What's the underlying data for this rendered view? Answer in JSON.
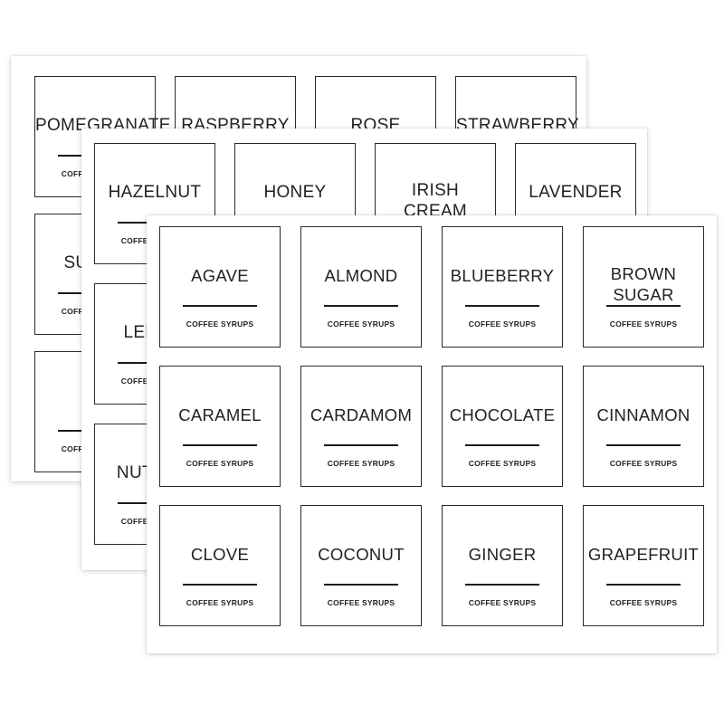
{
  "sheets": {
    "back": [
      {
        "name": "POMEGRANATE",
        "sub": "COFFEE SYRUPS"
      },
      {
        "name": "RASPBERRY",
        "sub": ""
      },
      {
        "name": "ROSE",
        "sub": ""
      },
      {
        "name": "STRAWBERRY",
        "sub": ""
      },
      {
        "name": "SUGAR",
        "sub": "COFFEE SYRUPS"
      },
      {
        "name": "",
        "sub": ""
      },
      {
        "name": "",
        "sub": ""
      },
      {
        "name": "",
        "sub": ""
      },
      {
        "name": "",
        "sub": "COFFEE SYRUPS"
      },
      {
        "name": "",
        "sub": ""
      },
      {
        "name": "",
        "sub": ""
      },
      {
        "name": "",
        "sub": ""
      }
    ],
    "middle": [
      {
        "name": "HAZELNUT",
        "sub": "COFFEE SYRUPS"
      },
      {
        "name": "HONEY",
        "sub": ""
      },
      {
        "name": "IRISH\nCREAM",
        "sub": ""
      },
      {
        "name": "LAVENDER",
        "sub": ""
      },
      {
        "name": "LEMON",
        "sub": "COFFEE SYRUPS"
      },
      {
        "name": "",
        "sub": ""
      },
      {
        "name": "",
        "sub": ""
      },
      {
        "name": "",
        "sub": ""
      },
      {
        "name": "NUTMEG",
        "sub": "COFFEE SYRUPS"
      },
      {
        "name": "",
        "sub": ""
      },
      {
        "name": "",
        "sub": ""
      },
      {
        "name": "",
        "sub": ""
      }
    ],
    "front": [
      {
        "name": "AGAVE",
        "sub": "COFFEE SYRUPS"
      },
      {
        "name": "ALMOND",
        "sub": "COFFEE SYRUPS"
      },
      {
        "name": "BLUEBERRY",
        "sub": "COFFEE SYRUPS"
      },
      {
        "name": "BROWN\nSUGAR",
        "sub": "COFFEE SYRUPS"
      },
      {
        "name": "CARAMEL",
        "sub": "COFFEE SYRUPS"
      },
      {
        "name": "CARDAMOM",
        "sub": "COFFEE SYRUPS"
      },
      {
        "name": "CHOCOLATE",
        "sub": "COFFEE SYRUPS"
      },
      {
        "name": "CINNAMON",
        "sub": "COFFEE SYRUPS"
      },
      {
        "name": "CLOVE",
        "sub": "COFFEE SYRUPS"
      },
      {
        "name": "COCONUT",
        "sub": "COFFEE SYRUPS"
      },
      {
        "name": "GINGER",
        "sub": "COFFEE SYRUPS"
      },
      {
        "name": "GRAPEFRUIT",
        "sub": "COFFEE SYRUPS"
      }
    ]
  }
}
